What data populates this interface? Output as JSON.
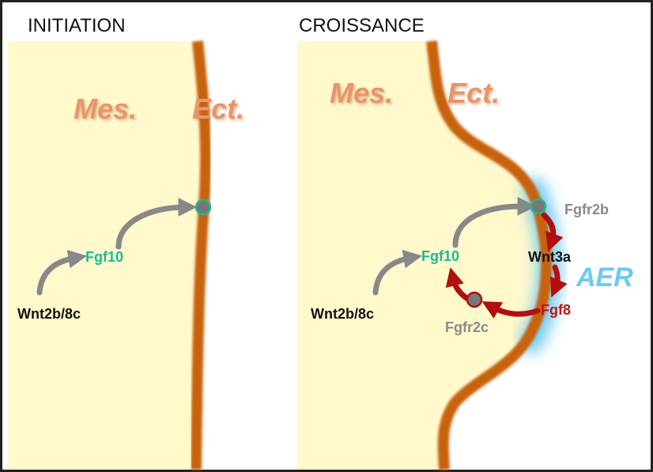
{
  "panels": {
    "initiation": {
      "title": "INITIATION",
      "mes_label": "Mes.",
      "ect_label": "Ect.",
      "gene_wnt": "Wnt2b/8c",
      "gene_fgf10": "Fgf10"
    },
    "croissance": {
      "title": "CROISSANCE",
      "mes_label": "Mes.",
      "ect_label": "Ect.",
      "gene_wnt": "Wnt2b/8c",
      "gene_fgf10": "Fgf10",
      "gene_fgfr2b": "Fgfr2b",
      "gene_wnt3a": "Wnt3a",
      "gene_fgf8": "Fgf8",
      "gene_fgfr2c": "Fgfr2c",
      "aer_label": "AER"
    }
  },
  "colors": {
    "mesenchyme": "#FFF9CC",
    "ectoderm": "#C8620E",
    "tissue_label": "#E8956A",
    "fgf10": "#1BB894",
    "receptor_text": "#8A8A8A",
    "arrow_gray": "#888888",
    "arrow_red": "#B01010",
    "fgf8": "#C0141A",
    "aer_glow": "#6EC9EF",
    "receptor_dot": "#777777"
  }
}
